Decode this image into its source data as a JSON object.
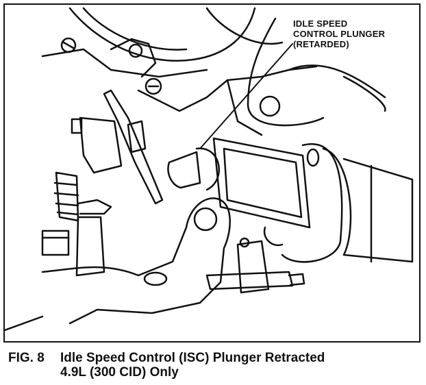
{
  "callout": {
    "lines": [
      "IDLE SPEED",
      "CONTROL PLUNGER",
      "(RETARDED)"
    ]
  },
  "caption": {
    "figure": "FIG. 8",
    "title": "Idle Speed Control (ISC) Plunger Retracted",
    "subtitle": "4.9L (300 CID) Only"
  },
  "colors": {
    "ink": "#111111",
    "paper": "#ffffff"
  }
}
